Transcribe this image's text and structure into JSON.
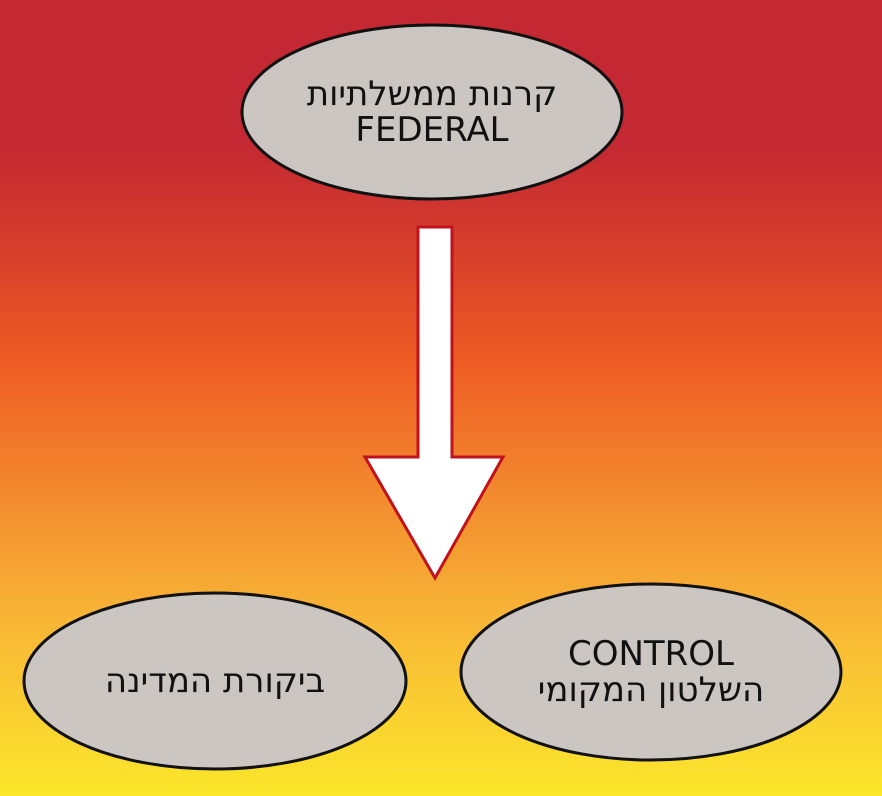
{
  "nodes": {
    "top": {
      "line1": "קרנות ממשלתיות",
      "line2": "FEDERAL"
    },
    "bottom_right": {
      "line1": "CONTROL",
      "line2": "השלטון המקומי"
    },
    "bottom_left": {
      "line1": "ביקורת המדינה"
    }
  },
  "colors": {
    "node_fill": "#cbc6c2",
    "node_stroke": "#111111",
    "arrow_fill": "#ffffff",
    "arrow_stroke": "#c0121c",
    "gradient_top": "#c42832",
    "gradient_bottom": "#fbe72b"
  }
}
